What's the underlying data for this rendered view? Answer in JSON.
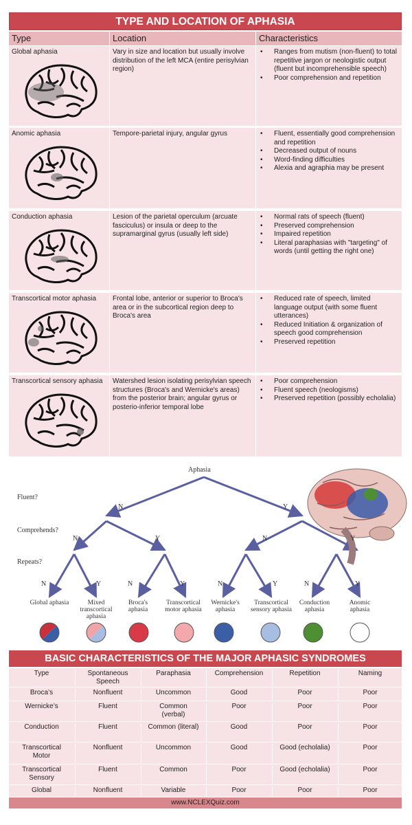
{
  "top_table": {
    "title": "TYPE AND LOCATION OF APHASIA",
    "headers": [
      "Type",
      "Location",
      "Characteristics"
    ],
    "rows": [
      {
        "type": "Global aphasia",
        "location": "Vary in size and location but usually involve distribution of the left MCA (entire perisylvian region)",
        "characteristics": [
          " Ranges from mutism (non-fluent) to total repetitive jargon or neologistic output (fluent but incomprehensible speech)",
          " Poor comprehension and repetition"
        ]
      },
      {
        "type": "Anomic aphasia",
        "location": "Tempore-parietal injury, angular gyrus",
        "characteristics": [
          "Fluent, essentially good comprehension and repetition",
          "Decreased output of nouns",
          "Word-finding difficulties",
          "Alexia and agraphia may be present"
        ]
      },
      {
        "type": "Conduction aphasia",
        "location": "Lesion of the parietal operculum (arcuate fasciculus) or insula or deep to the supramarginal gyrus (usually left side)",
        "characteristics": [
          "Normal rats of speech (fluent)",
          "Preserved comprehension",
          "Impaired repetition",
          "Literal paraphasias with \"targeting\" of words (until getting the right one)"
        ]
      },
      {
        "type": "Transcortical motor aphasia",
        "location": "Frontal lobe, anterior or superior to Broca's area or in the subcortical region deep to Broca's area",
        "characteristics": [
          "Reduced rate of speech, limited language output (with some fluent utterances)",
          "Reduced Initiation & organization of speech good comprehension",
          "Preserved repetition"
        ]
      },
      {
        "type": "Transcortical sensory aphasia",
        "location": "Watershed lesion isolating perisylvian speech structures (Broca's and Wernicke's areas) from the posterior brain; angular gyrus or posterio-inferior temporal lobe",
        "characteristics": [
          "Poor comprehension",
          "Fluent speech (neologisms)",
          "Preserved repetition (possibly echolalia)"
        ]
      }
    ]
  },
  "tree": {
    "root": "Aphasia",
    "questions": [
      "Fluent?",
      "Comprehends?",
      "Repeats?"
    ],
    "branch_no": "N",
    "branch_yes": "Y",
    "leaves": [
      {
        "name": "Global aphasia",
        "color": "#c8303c",
        "color2": "#3a5fa6"
      },
      {
        "name": "Mixed transcortical aphasia",
        "color": "#f0a4a8",
        "color2": "#a9bde0"
      },
      {
        "name": "Broca's aphasia",
        "color": "#d83a47",
        "color2": "#d83a47"
      },
      {
        "name": "Transcortical motor aphasia",
        "color": "#f3a9ab",
        "color2": "#f3a9ab"
      },
      {
        "name": "Wernicke's aphasia",
        "color": "#3a5fa6",
        "color2": "#3a5fa6"
      },
      {
        "name": "Transcortical sensory aphasia",
        "color": "#a7bde2",
        "color2": "#a7bde2"
      },
      {
        "name": "Conduction aphasia",
        "color": "#4e8f34",
        "color2": "#4e8f34"
      },
      {
        "name": "Anomic aphasia",
        "color": "#ffffff",
        "color2": "#ffffff"
      }
    ]
  },
  "bottom_table": {
    "title": "BASIC CHARACTERISTICS OF THE MAJOR APHASIC SYNDROMES",
    "headers": [
      "Type",
      "Spontaneous Speech",
      "Paraphasia",
      "Comprehension",
      "Repetition",
      "Naming"
    ],
    "rows": [
      [
        "Broca’s",
        "Nonfluent",
        "Uncommon",
        "Good",
        "Poor",
        "Poor"
      ],
      [
        "Wernicke’s",
        "Fluent",
        "Common (verbal)",
        "Poor",
        "Poor",
        "Poor"
      ],
      [
        "Conduction",
        "Fluent",
        "Common (literal)",
        "Good",
        "Poor",
        "Poor"
      ],
      [
        "Transcortical Motor",
        "Nonfluent",
        "Uncommon",
        "Good",
        "Good (echolalia)",
        "Poor"
      ],
      [
        "Transcortical Sensory",
        "Fluent",
        "Common",
        "Poor",
        "Good (echolalia)",
        "Poor"
      ],
      [
        "Global",
        "Nonfluent",
        "Variable",
        "Poor",
        "Poor",
        "Poor"
      ]
    ]
  },
  "footer": "www.NCLEXQuiz.com"
}
